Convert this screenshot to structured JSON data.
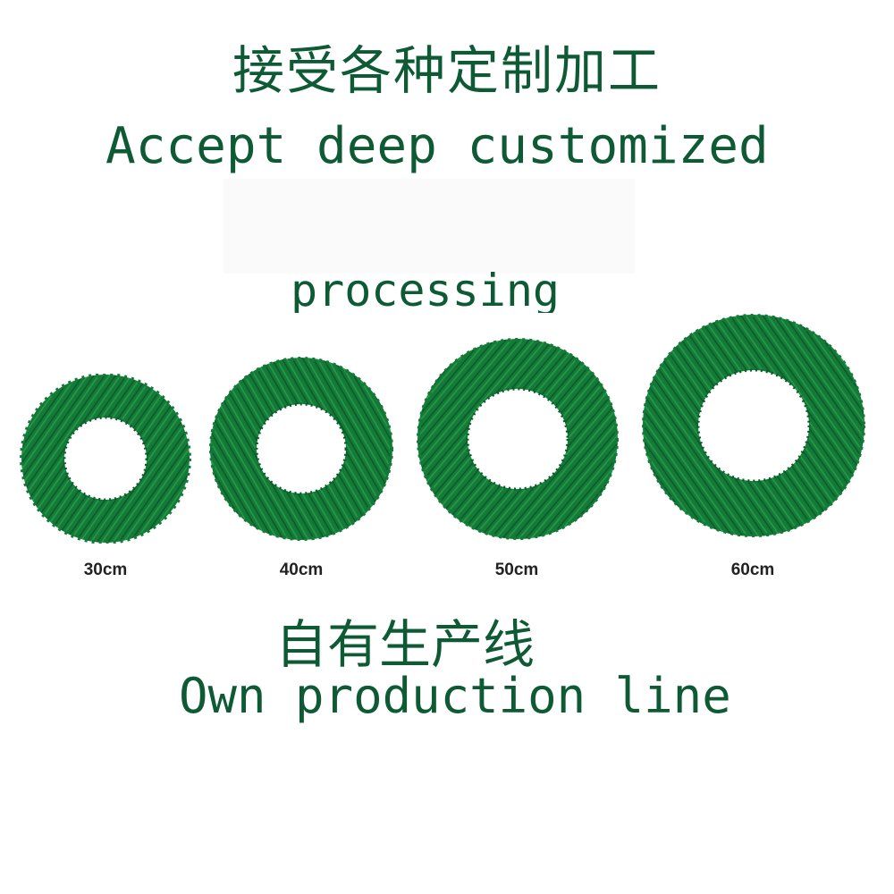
{
  "headline": {
    "cn": "接受各种定制加工",
    "en_line1": "Accept deep customized",
    "en_line2": "processing"
  },
  "products": [
    {
      "size_label": "30cm",
      "icon": "wreath-icon"
    },
    {
      "size_label": "40cm",
      "icon": "wreath-icon"
    },
    {
      "size_label": "50cm",
      "icon": "wreath-icon"
    },
    {
      "size_label": "60cm",
      "icon": "wreath-icon"
    }
  ],
  "footer": {
    "cn": "自有生产线",
    "en": "Own production line"
  },
  "colors": {
    "text_green": "#0d5a35",
    "wreath_dark": "#0b5a2a",
    "wreath_mid": "#137a38",
    "wreath_light": "#2a9a4a"
  }
}
